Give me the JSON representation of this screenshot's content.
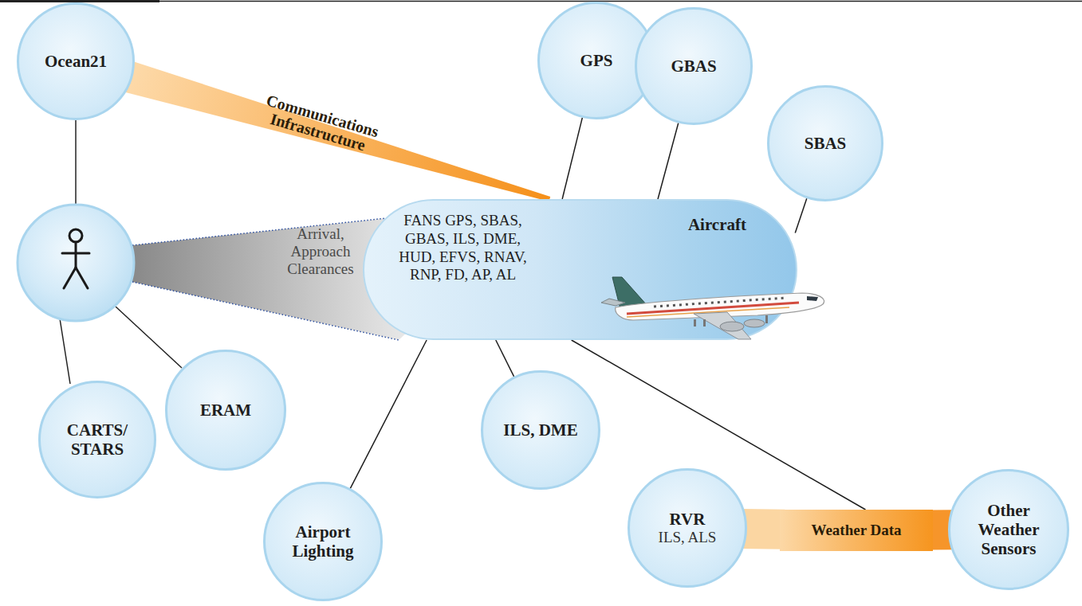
{
  "diagram": {
    "nodes": [
      {
        "text": [
          "Ocean21"
        ]
      },
      {
        "text": [
          "GPS"
        ]
      },
      {
        "text": [
          "GBAS"
        ]
      },
      {
        "text": [
          "SBAS"
        ]
      },
      {
        "text": [
          "Aircraft",
          "FANS GPS, SBAS, GBAS, ILS, DME, HUD, EFVS, RNAV, RNP, FD, AP, AL"
        ]
      },
      {
        "text": [
          "CARTS/ STARS"
        ]
      },
      {
        "text": [
          "ERAM"
        ]
      },
      {
        "text": [
          "ILS, DME"
        ]
      },
      {
        "text": [
          "Airport Lighting"
        ]
      },
      {
        "text": [
          "RVR",
          "ILS, ALS"
        ]
      },
      {
        "text": [
          "Weather Data"
        ]
      },
      {
        "text": [
          "Other Weather Sensors"
        ]
      }
    ],
    "edges": [
      {
        "from": 0,
        "to": 4,
        "arrow": "none",
        "label": "Communications Infrastructure"
      },
      {
        "from": 1,
        "to": 4,
        "arrow": "none"
      },
      {
        "from": 2,
        "to": 4,
        "arrow": "none"
      },
      {
        "from": 3,
        "to": 4,
        "arrow": "none"
      },
      {
        "from": 4,
        "to": 8,
        "arrow": "none"
      },
      {
        "from": 4,
        "to": 7,
        "arrow": "none"
      },
      {
        "from": 4,
        "to": 10,
        "arrow": "none"
      },
      {
        "from": 9,
        "to": 10,
        "arrow": "none"
      },
      {
        "from": 10,
        "to": 11,
        "arrow": "none"
      }
    ],
    "labels": [
      "Arrival, Approach Clearances"
    ]
  }
}
